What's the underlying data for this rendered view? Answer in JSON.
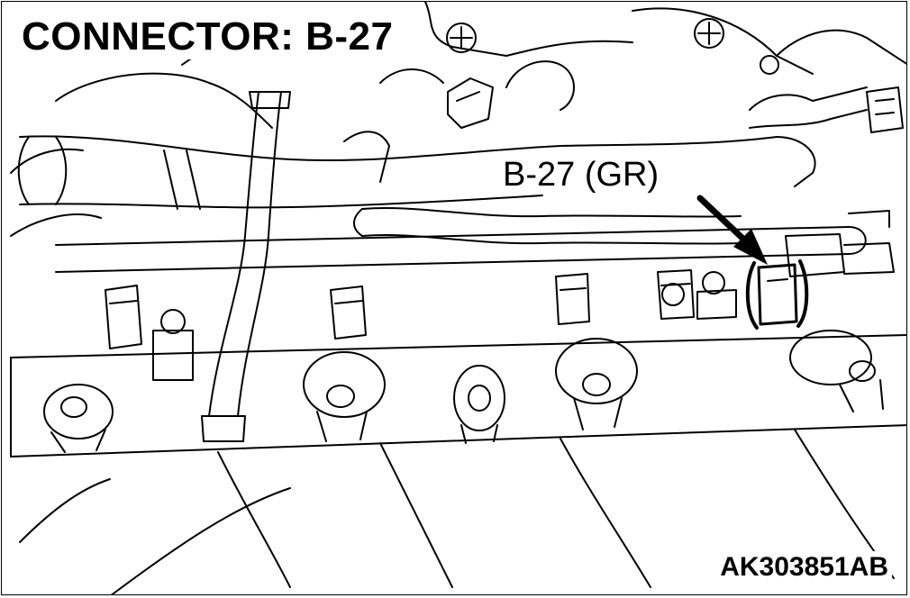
{
  "title": "CONNECTOR: B-27",
  "callout_label": "B-27 (GR)",
  "figure_id": "AK303851AB",
  "icons": [
    "engine-line-drawing",
    "pointer-arrow-icon",
    "connector-highlight-icon"
  ]
}
